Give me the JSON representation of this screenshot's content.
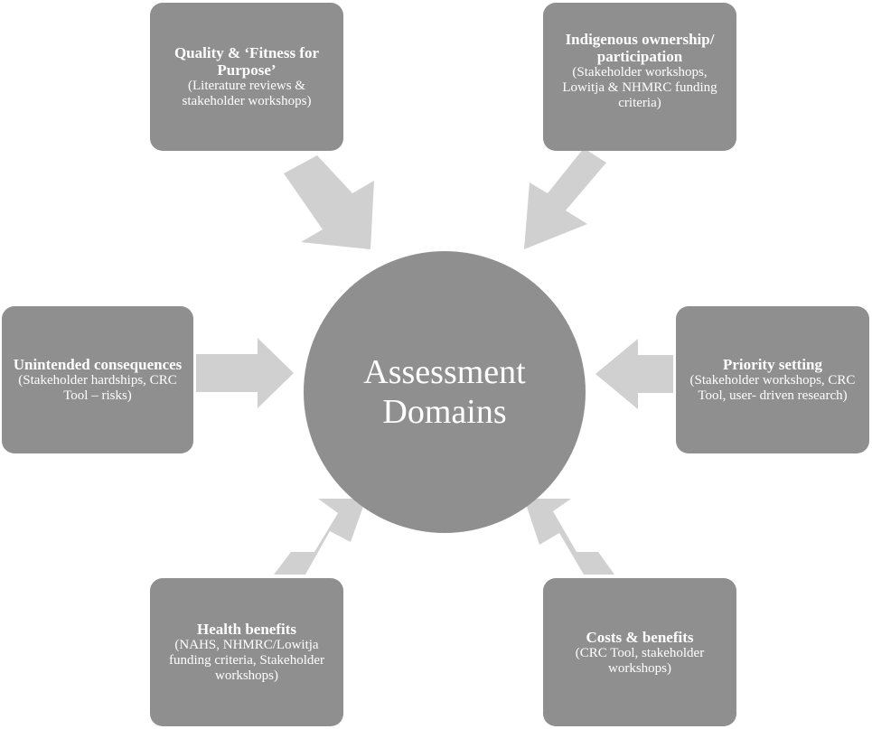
{
  "hub": {
    "line1": "Assessment",
    "line2": "Domains"
  },
  "domains": {
    "quality": {
      "title": "Quality & ‘Fitness for Purpose’",
      "detail": "(Literature reviews & stakeholder workshops)"
    },
    "indigenous": {
      "title": "Indigenous ownership/ participation",
      "detail": "(Stakeholder workshops, Lowitja & NHMRC funding criteria)"
    },
    "unintended": {
      "title": "Unintended consequences",
      "detail": "(Stakeholder hardships, CRC Tool – risks)"
    },
    "priority": {
      "title": "Priority setting",
      "detail": "(Stakeholder workshops, CRC Tool, user- driven research)"
    },
    "health": {
      "title": "Health benefits",
      "detail": "(NAHS, NHMRC/Lowitja funding criteria, Stakeholder workshops)"
    },
    "costs": {
      "title": "Costs & benefits",
      "detail": "(CRC Tool, stakeholder workshops)"
    }
  },
  "colors": {
    "box_fill": "#8f8f8f",
    "arrow_fill": "#d0d0d0",
    "text": "#ffffff"
  }
}
